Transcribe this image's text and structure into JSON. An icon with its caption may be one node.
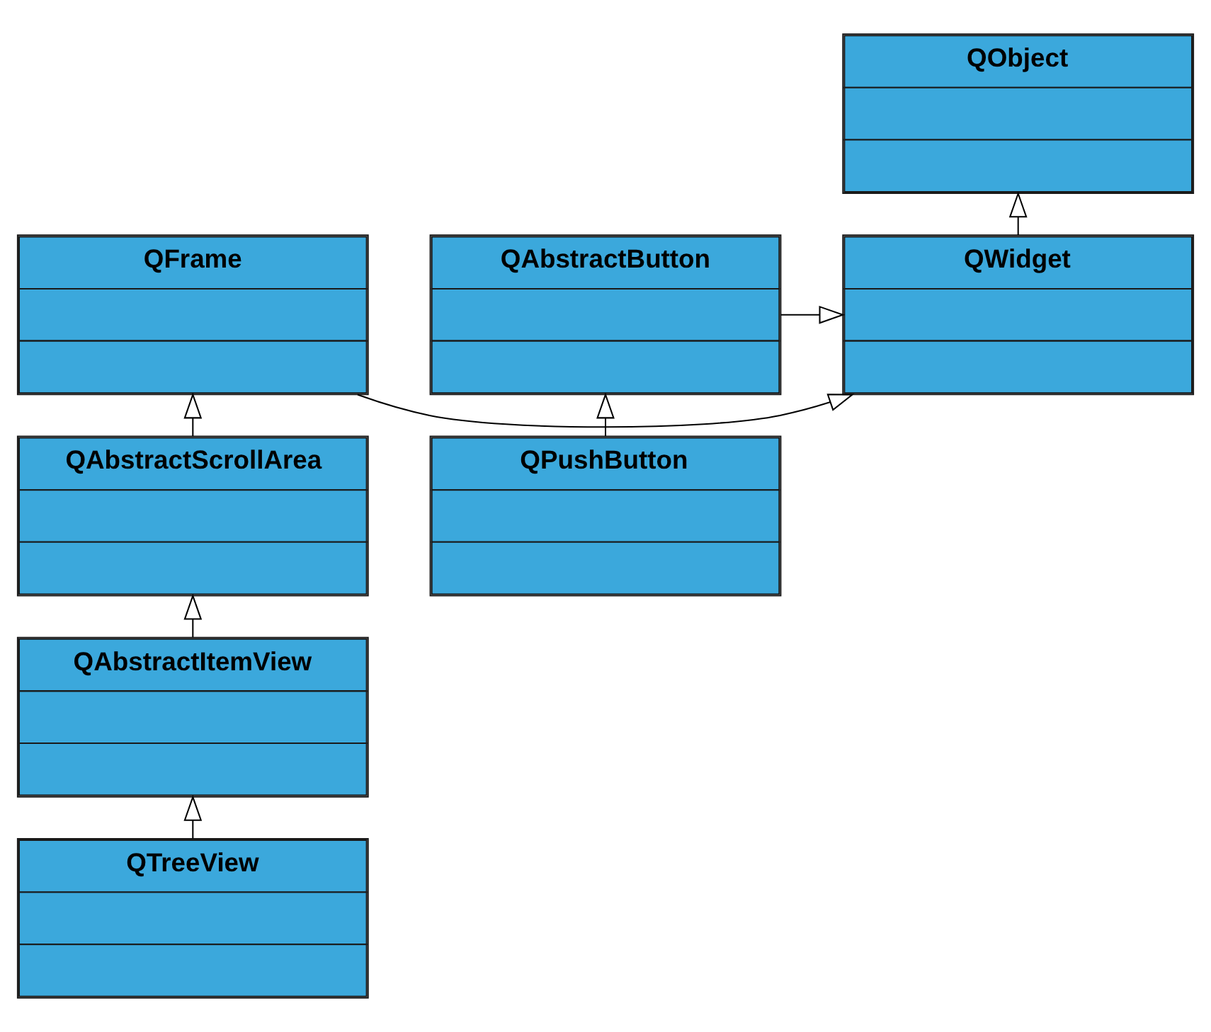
{
  "diagram": {
    "nodes": [
      {
        "text": [
          "QObject"
        ]
      },
      {
        "text": [
          "QFrame"
        ]
      },
      {
        "text": [
          "QWidget"
        ]
      },
      {
        "text": [
          "QAbstractButton"
        ]
      },
      {
        "text": [
          "QAbstractScrollArea"
        ]
      },
      {
        "text": [
          "QPushButton"
        ]
      },
      {
        "text": [
          "QAbstractItemView"
        ]
      },
      {
        "text": [
          "QTreeView"
        ]
      }
    ],
    "edges": [
      {
        "from": 2,
        "to": 0,
        "arrow": "to"
      },
      {
        "from": 1,
        "to": 2,
        "arrow": "to"
      },
      {
        "from": 3,
        "to": 2,
        "arrow": "to"
      },
      {
        "from": 4,
        "to": 1,
        "arrow": "to"
      },
      {
        "from": 5,
        "to": 3,
        "arrow": "to"
      },
      {
        "from": 6,
        "to": 4,
        "arrow": "to"
      },
      {
        "from": 7,
        "to": 6,
        "arrow": "to"
      }
    ]
  }
}
